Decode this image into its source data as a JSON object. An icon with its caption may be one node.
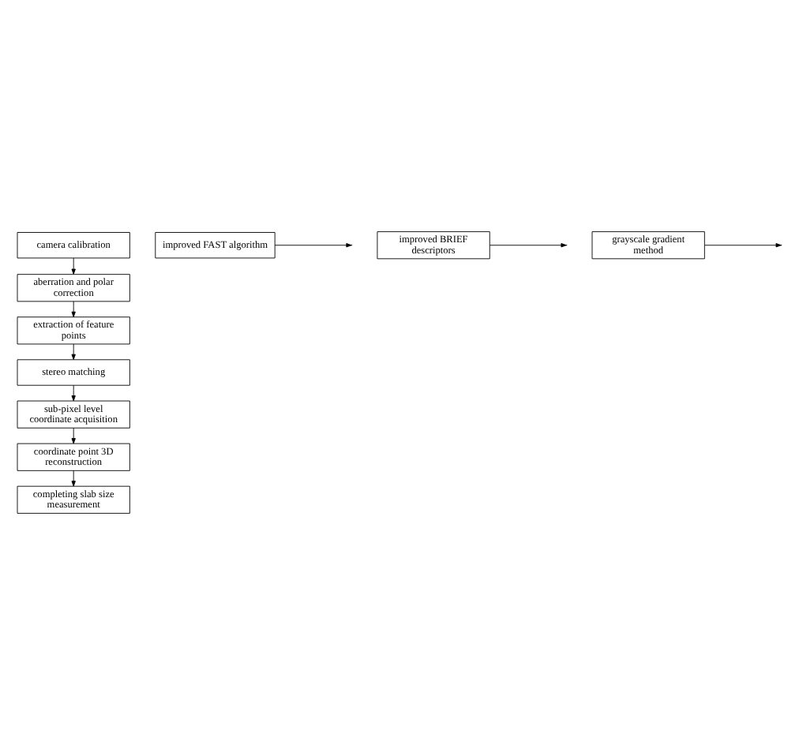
{
  "diagram": {
    "nodes": [
      {
        "text": [
          "camera calibration"
        ]
      },
      {
        "text": [
          "aberration and polar correction"
        ]
      },
      {
        "text": [
          "extraction of feature points"
        ]
      },
      {
        "text": [
          "stereo matching"
        ]
      },
      {
        "text": [
          "sub-pixel level coordinate acquisition"
        ]
      },
      {
        "text": [
          "coordinate point 3D reconstruction"
        ]
      },
      {
        "text": [
          "completing slab size measurement"
        ]
      },
      {
        "text": [
          "improved FAST algorithm"
        ]
      },
      {
        "text": [
          "improved BRIEF descriptors"
        ]
      },
      {
        "text": [
          "grayscale gradient method"
        ]
      }
    ],
    "edges": [
      {
        "from": 0,
        "to": 1,
        "arrow": "to"
      },
      {
        "from": 1,
        "to": 2,
        "arrow": "to"
      },
      {
        "from": 2,
        "to": 3,
        "arrow": "to"
      },
      {
        "from": 3,
        "to": 4,
        "arrow": "to"
      },
      {
        "from": 4,
        "to": 5,
        "arrow": "to"
      },
      {
        "from": 5,
        "to": 6,
        "arrow": "to"
      },
      {
        "from": 7,
        "to": null,
        "arrow": "to"
      },
      {
        "from": 8,
        "to": null,
        "arrow": "to"
      },
      {
        "from": 9,
        "to": null,
        "arrow": "to"
      }
    ]
  }
}
